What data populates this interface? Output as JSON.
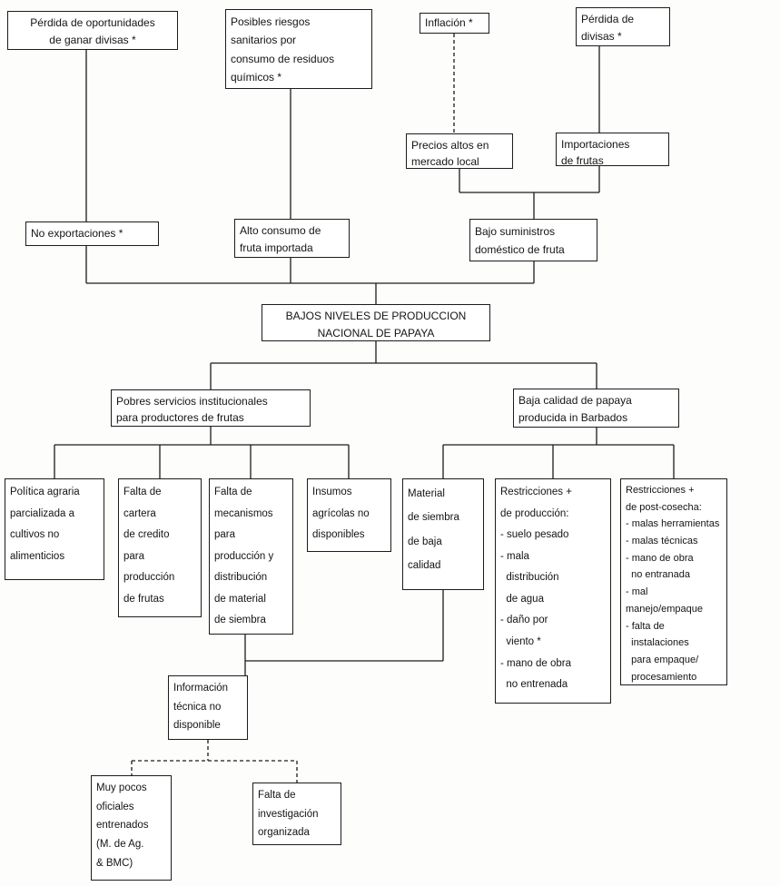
{
  "diagram": {
    "type": "problem-tree",
    "language": "es",
    "nodes": {
      "perdida_oportunidades": {
        "text": "Pérdida de oportunidades\nde ganar divisas *"
      },
      "posibles_riesgos": {
        "text": "Posibles riesgos\nsanitarios por\nconsumo de residuos\nquímicos *"
      },
      "inflacion": {
        "text": "Inflación *"
      },
      "perdida_divisas": {
        "text": "Pérdida de\ndivisas *"
      },
      "precios_altos": {
        "text": "Precios altos en\nmercado local"
      },
      "importaciones": {
        "text": "Importaciones\nde frutas"
      },
      "no_exportaciones": {
        "text": "No exportaciones *"
      },
      "alto_consumo": {
        "text": "Alto consumo de\nfruta importada"
      },
      "bajo_suministros": {
        "text": "Bajo suministros\ndoméstico de fruta"
      },
      "bajos_niveles": {
        "text": "BAJOS NIVELES DE PRODUCCION\nNACIONAL DE PAPAYA"
      },
      "pobres_servicios": {
        "text": "Pobres servicios institucionales\npara productores de frutas"
      },
      "baja_calidad": {
        "text": "Baja calidad de papaya\nproducida in Barbados"
      },
      "politica_agraria": {
        "text": "Política agraria\nparcializada a\ncultivos no\nalimenticios"
      },
      "falta_cartera": {
        "text": "Falta de\ncartera\nde credito\npara\nproducción\nde frutas"
      },
      "falta_mecanismos": {
        "text": "Falta de\nmecanismos\npara\nproducción y\ndistribución\nde material\nde siembra"
      },
      "insumos": {
        "text": "Insumos\nagrícolas no\ndisponibles"
      },
      "material_siembra": {
        "text": "Material\nde siembra\nde baja\ncalidad"
      },
      "restricciones_produccion": {
        "text": "Restricciones +\nde producción:\n- suelo pesado\n- mala\n  distribución\n  de agua\n- daño por\n  viento *\n- mano de obra\n  no entrenada"
      },
      "restricciones_postcosecha": {
        "text": "Restricciones +\nde post-cosecha:\n- malas herramientas\n- malas técnicas\n- mano de obra\n  no entranada\n- mal manejo/empaque\n- falta de\n  instalaciones\n  para empaque/\n  procesamiento"
      },
      "informacion_tecnica": {
        "text": "Información\ntécnica no\ndisponible"
      },
      "muy_pocos_oficiales": {
        "text": "Muy pocos\noficiales\nentrenados\n(M. de Ag.\n& BMC)"
      },
      "falta_investigacion": {
        "text": "Falta de\ninvestigación\norganizada"
      }
    },
    "edges": [
      [
        "no_exportaciones",
        "perdida_oportunidades"
      ],
      [
        "bajos_niveles",
        "no_exportaciones"
      ],
      [
        "alto_consumo",
        "posibles_riesgos"
      ],
      [
        "bajos_niveles",
        "alto_consumo"
      ],
      [
        "precios_altos",
        "inflacion"
      ],
      [
        "bajo_suministros",
        "precios_altos"
      ],
      [
        "importaciones",
        "perdida_divisas"
      ],
      [
        "bajo_suministros",
        "importaciones"
      ],
      [
        "bajos_niveles",
        "bajo_suministros"
      ],
      [
        "pobres_servicios",
        "bajos_niveles"
      ],
      [
        "baja_calidad",
        "bajos_niveles"
      ],
      [
        "politica_agraria",
        "pobres_servicios"
      ],
      [
        "falta_cartera",
        "pobres_servicios"
      ],
      [
        "falta_mecanismos",
        "pobres_servicios"
      ],
      [
        "insumos",
        "pobres_servicios"
      ],
      [
        "material_siembra",
        "baja_calidad"
      ],
      [
        "restricciones_produccion",
        "baja_calidad"
      ],
      [
        "restricciones_postcosecha",
        "baja_calidad"
      ],
      [
        "informacion_tecnica",
        "falta_mecanismos"
      ],
      [
        "informacion_tecnica",
        "material_siembra"
      ],
      [
        "muy_pocos_oficiales",
        "informacion_tecnica"
      ],
      [
        "falta_investigacion",
        "informacion_tecnica"
      ]
    ]
  }
}
